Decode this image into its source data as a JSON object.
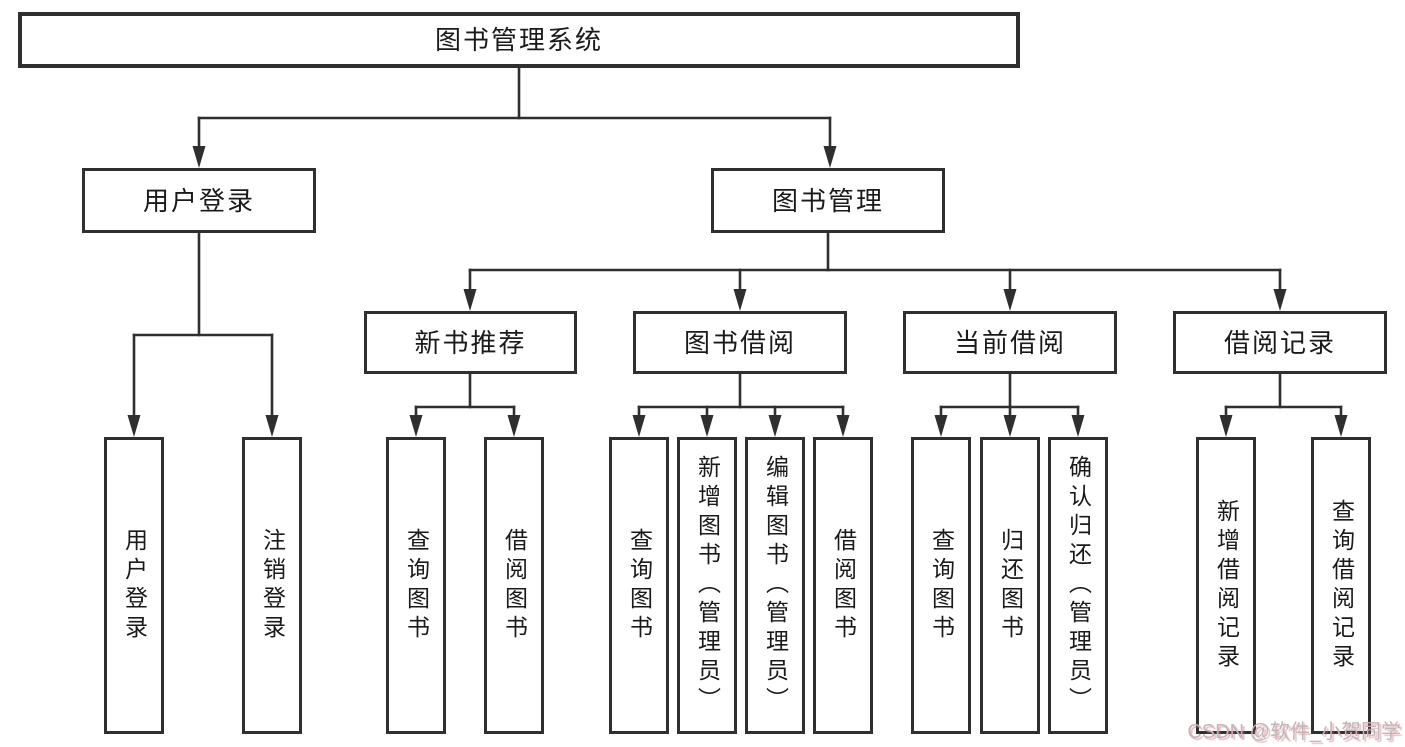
{
  "diagram": {
    "root": "图书管理系统",
    "level2": [
      "用户登录",
      "图书管理"
    ],
    "level3": [
      "新书推荐",
      "图书借阅",
      "当前借阅",
      "借阅记录"
    ],
    "leaves": [
      "用户登录",
      "注销登录",
      "查询图书",
      "借阅图书",
      "查询图书",
      "新增图书（管理员）",
      "编辑图书（管理员）",
      "借阅图书",
      "查询图书",
      "归还图书",
      "确认归还（管理员）",
      "新增借阅记录",
      "查询借阅记录"
    ]
  },
  "watermark": {
    "text": "CSDN @软件_小贺同学"
  },
  "colors": {
    "line": "#2f2f2f",
    "box_border": "#2f2f2f",
    "box_background": "#ffffff",
    "text": "#1a1a1a",
    "watermark_text": "#b9b9b9",
    "watermark_shadow": "#e05c6e"
  }
}
